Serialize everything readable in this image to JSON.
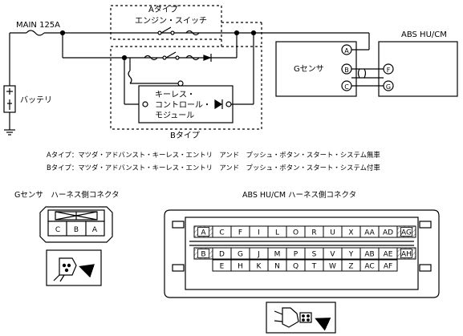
{
  "wiring": {
    "main_fuse": "MAIN 125A",
    "battery": "バッテリ",
    "type_a": "Aタイプ",
    "engine_switch": "エンジン・スイッチ",
    "keyless_module": [
      "キーレス・",
      "コントロール・",
      "モジュール"
    ],
    "type_b": "Bタイプ",
    "g_sensor": "Gセンサ",
    "abs": "ABS HU/CM",
    "g_pins": [
      "A",
      "B",
      "C"
    ],
    "abs_pins": [
      "F",
      "G"
    ]
  },
  "notes": [
    "Aタイプ：マツダ・アドバンスト・キーレス・エントリ　アンド　プッシュ・ボタン・スタート・システム無車",
    "Bタイプ：マツダ・アドバンスト・キーレス・エントリ　アンド　プッシュ・ボタン・スタート・システム付車"
  ],
  "g_connector": {
    "title": "Gセンサ　ハーネス側コネクタ",
    "pins": [
      "C",
      "B",
      "A"
    ]
  },
  "abs_connector": {
    "title": "ABS HU/CM ハーネス側コネクタ",
    "rows": [
      [
        "A",
        "C",
        "F",
        "I",
        "L",
        "O",
        "R",
        "U",
        "X",
        "AA",
        "AD",
        "AG"
      ],
      [
        "B",
        "D",
        "G",
        "J",
        "M",
        "P",
        "S",
        "V",
        "Y",
        "AB",
        "AE",
        "AH"
      ],
      [
        "E",
        "H",
        "K",
        "N",
        "Q",
        "T",
        "W",
        "Z",
        "AC",
        "AF"
      ]
    ]
  }
}
